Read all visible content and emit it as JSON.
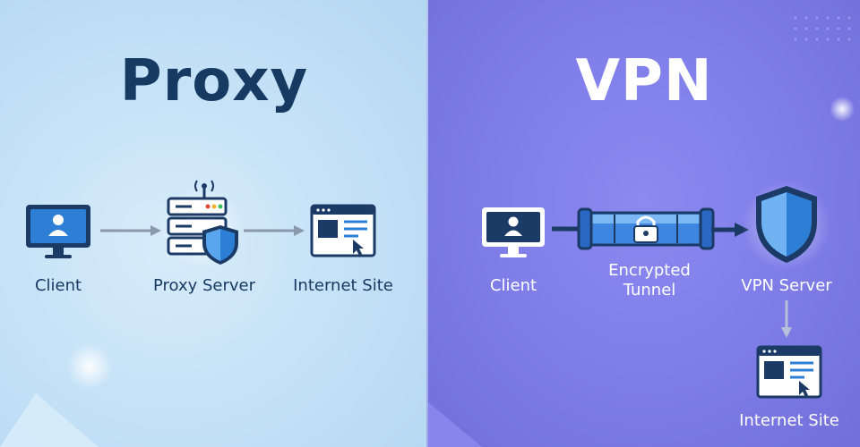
{
  "proxy": {
    "title": "Proxy",
    "labels": {
      "client": "Client",
      "server": "Proxy Server",
      "site": "Internet Site"
    }
  },
  "vpn": {
    "title": "VPN",
    "labels": {
      "client": "Client",
      "tunnel_line1": "Encrypted",
      "tunnel_line2": "Tunnel",
      "server": "VPN Server",
      "site": "Internet Site"
    }
  },
  "icons": {
    "client": "monitor-user-icon",
    "proxy_server": "server-stack-shield-icon",
    "site": "browser-window-cursor-icon",
    "tunnel": "pipe-lock-icon",
    "vpn_server": "shield-icon"
  },
  "colors": {
    "proxy_bg": "#c6e2f7",
    "vpn_bg": "#7f7de8",
    "proxy_title": "#173a63",
    "vpn_title": "#ffffff",
    "icon_navy": "#1c3a66",
    "icon_blue": "#2d7fd6",
    "arrow_gray": "#8a98ab"
  }
}
